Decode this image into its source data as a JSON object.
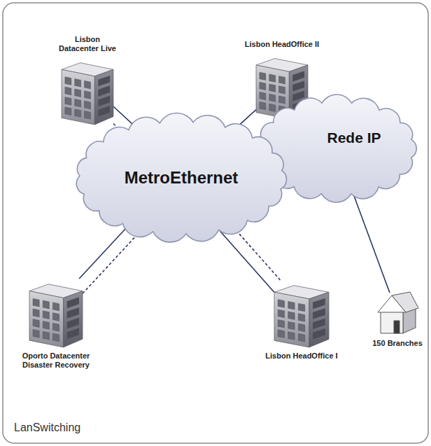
{
  "diagram": {
    "caption": "LanSwitching",
    "nodes": [
      {
        "text": [
          "Lisbon Datacenter Live"
        ]
      },
      {
        "text": [
          "Lisbon HeadOffice II"
        ]
      },
      {
        "text": [
          "MetroEthernet"
        ]
      },
      {
        "text": [
          "Rede IP"
        ]
      },
      {
        "text": [
          "Oporto Datacenter Disaster Recovery"
        ]
      },
      {
        "text": [
          "Lisbon HeadOffice I"
        ]
      },
      {
        "text": [
          "150 Branches"
        ]
      }
    ],
    "edges": [
      {
        "from": 0,
        "to": 2,
        "arrow": "none"
      },
      {
        "from": 0,
        "to": 2,
        "arrow": "none"
      },
      {
        "from": 1,
        "to": 2,
        "arrow": "none"
      },
      {
        "from": 1,
        "to": 3,
        "arrow": "none"
      },
      {
        "from": 4,
        "to": 2,
        "arrow": "none"
      },
      {
        "from": 4,
        "to": 2,
        "arrow": "none"
      },
      {
        "from": 5,
        "to": 2,
        "arrow": "none"
      },
      {
        "from": 5,
        "to": 2,
        "arrow": "none"
      },
      {
        "from": 3,
        "to": 6,
        "arrow": "none"
      }
    ]
  }
}
